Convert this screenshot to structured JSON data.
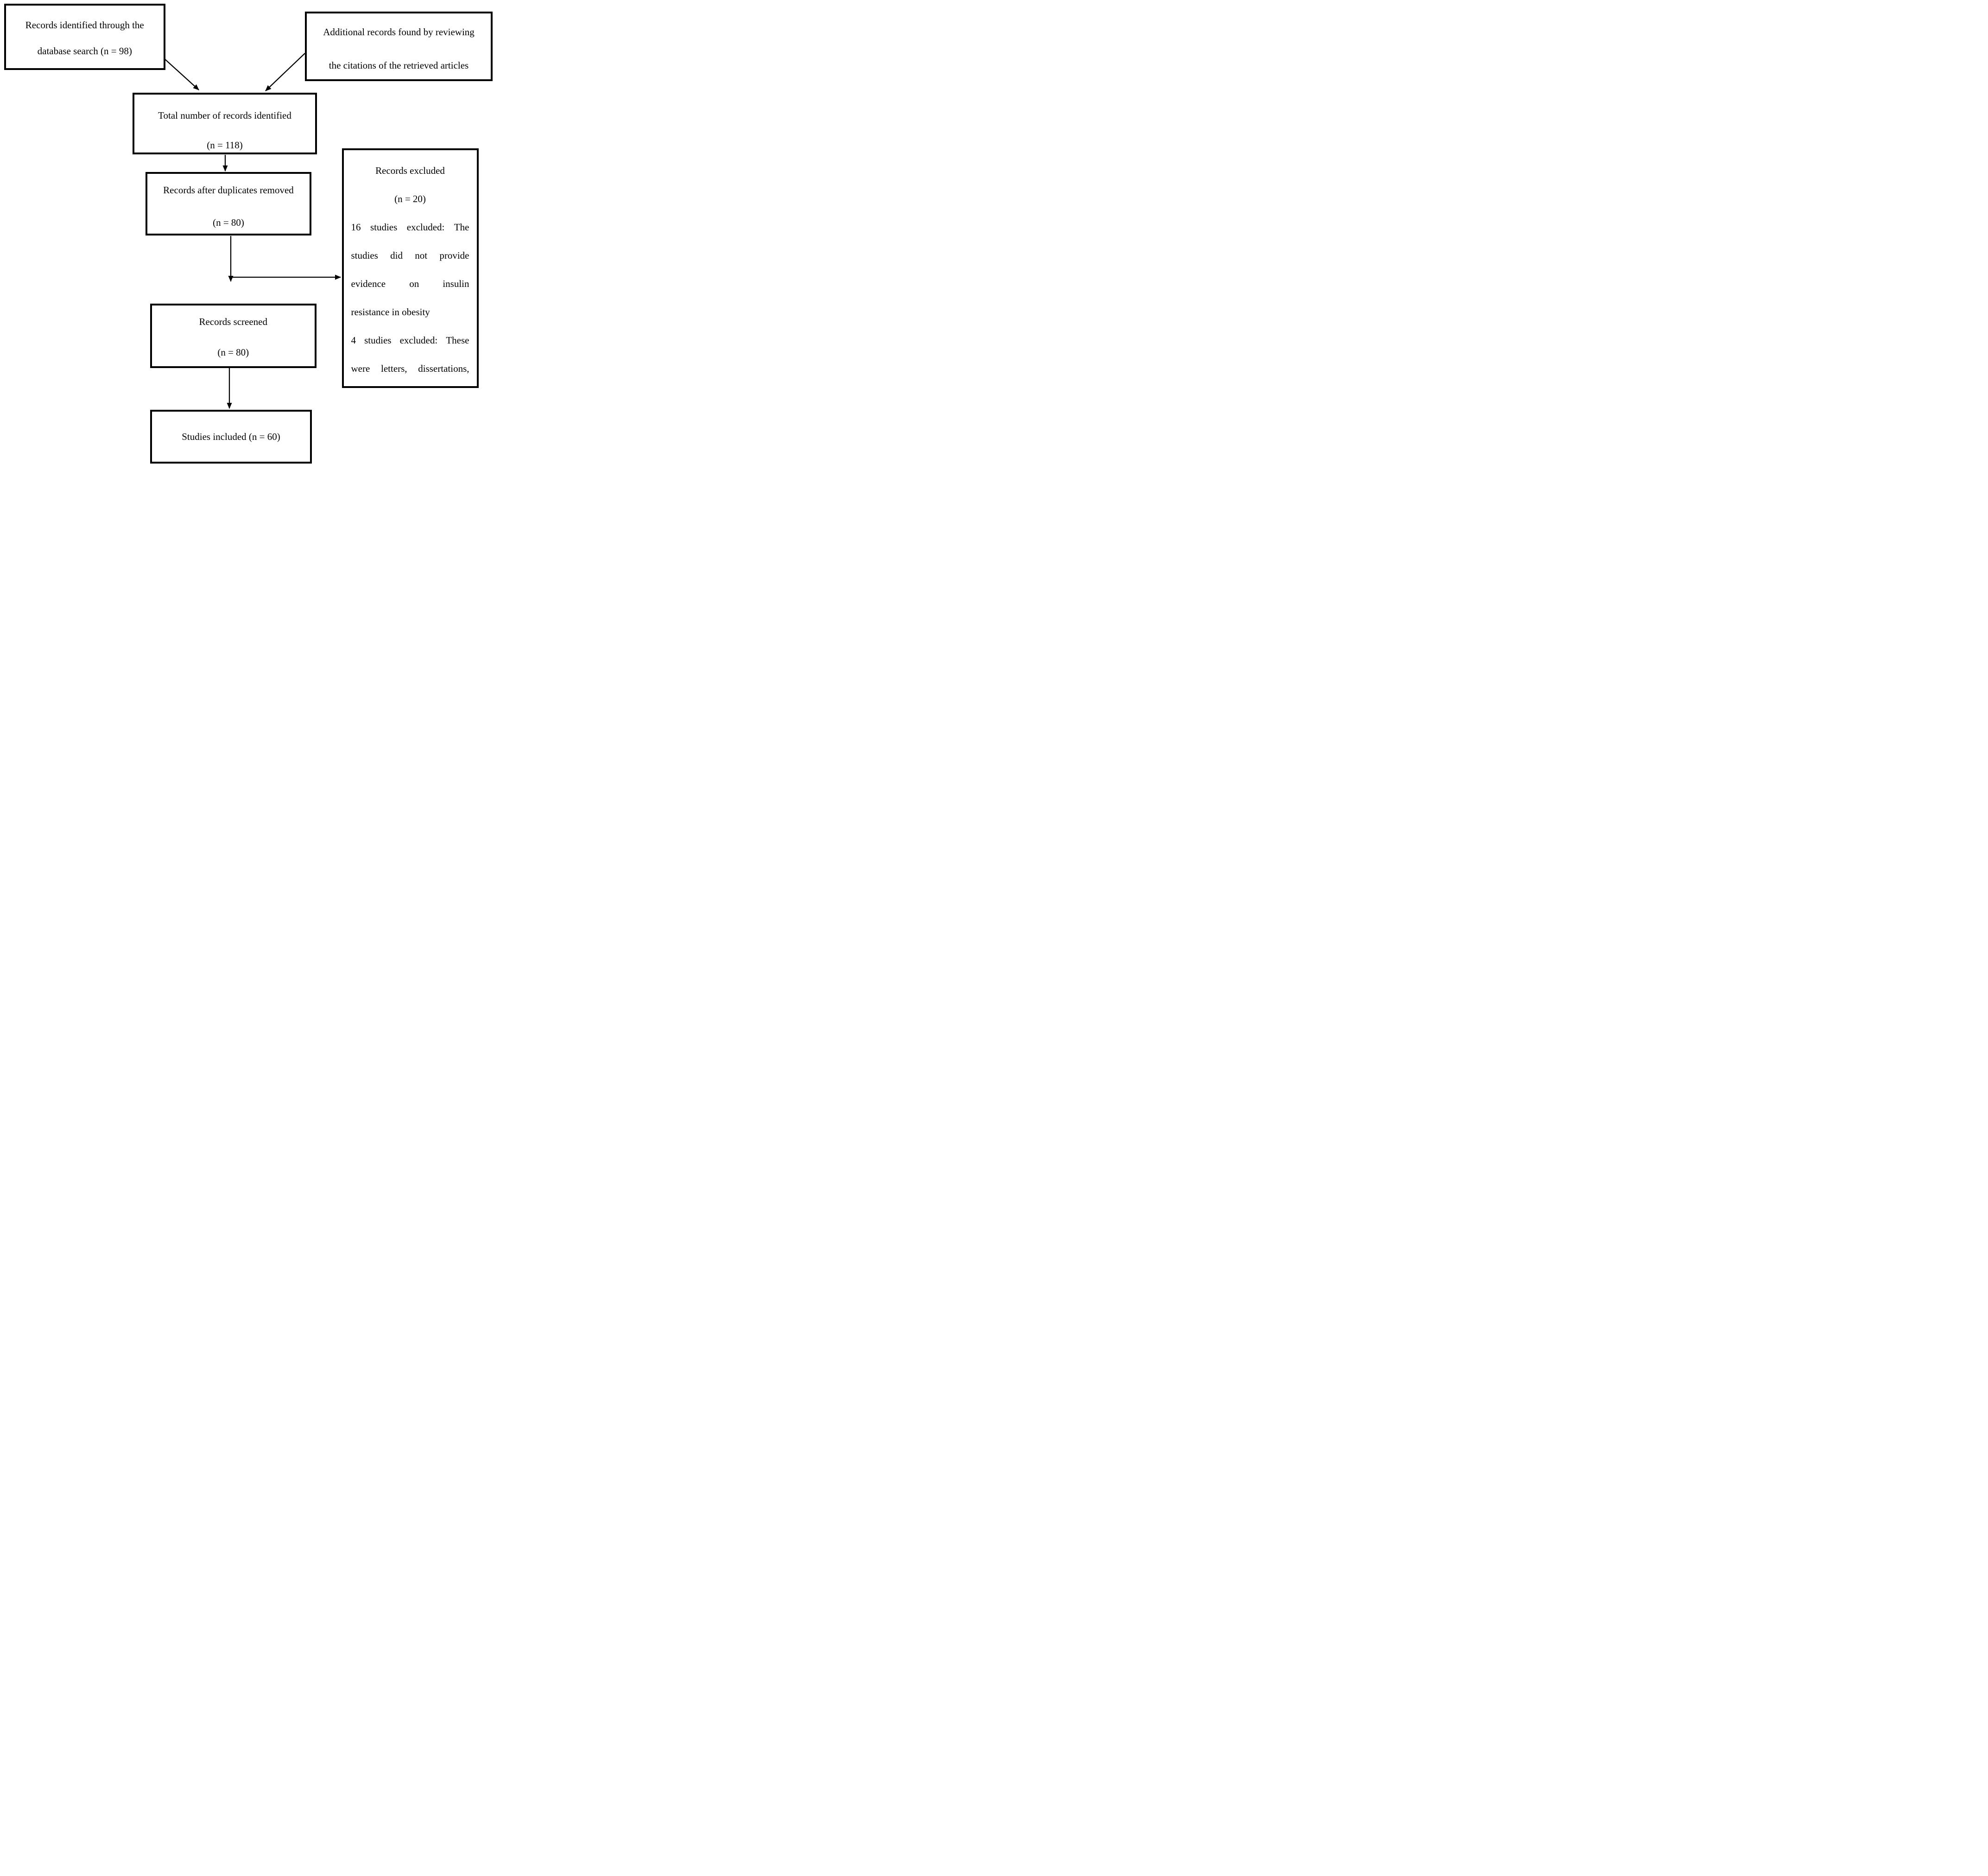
{
  "figure": {
    "background_color": "#ffffff",
    "line_color": "#000000",
    "text_color": "#000000",
    "boxes": {
      "identified": {
        "lines": [
          "Records identified through the",
          "database search (n = 98)"
        ]
      },
      "additional": {
        "lines": [
          "Additional records found by reviewing",
          "the citations of the retrieved articles"
        ]
      },
      "total": {
        "lines": [
          "Total number of records identified",
          "(n = 118)"
        ]
      },
      "deduplicated": {
        "lines": [
          "Records after duplicates removed",
          "(n = 80)"
        ]
      },
      "screened": {
        "lines": [
          "Records screened",
          "(n = 80)"
        ]
      },
      "included": {
        "lines": [
          "Studies included (n = 60)"
        ]
      },
      "excluded": {
        "lines": [
          {
            "text": "Records excluded",
            "align": "center"
          },
          {
            "text": "(n = 20)",
            "align": "center"
          },
          {
            "text": "16 studies excluded: The",
            "align": "justify"
          },
          {
            "text": "studies did not provide",
            "align": "justify"
          },
          {
            "text": "evidence on insulin",
            "align": "justify"
          },
          {
            "text": "resistance in obesity",
            "align": "left"
          },
          {
            "text": "4 studies excluded: These",
            "align": "justify"
          },
          {
            "text": "were letters, dissertations,",
            "align": "justify"
          }
        ]
      }
    }
  }
}
